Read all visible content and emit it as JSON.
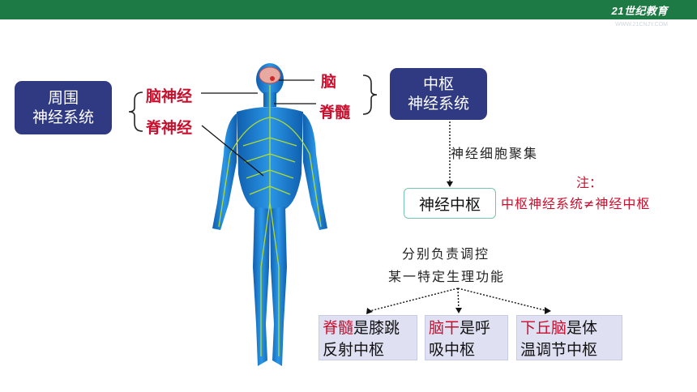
{
  "brand": {
    "logo_text": "21世纪教育",
    "logo_sub": "WWW.21CNJY.COM"
  },
  "peripheral": {
    "line1": "周围",
    "line2": "神经系统"
  },
  "peripheral_branches": {
    "brain_nerve": "脑神经",
    "spinal_nerve": "脊神经"
  },
  "central_parts": {
    "brain": "脑",
    "spinal_cord": "脊髓"
  },
  "central": {
    "line1": "中枢",
    "line2": "神经系统"
  },
  "arrow_label": "神经细胞聚集",
  "nerve_center": "神经中枢",
  "note": {
    "title": "注：",
    "text": "中枢神经系统≠神经中枢"
  },
  "function_text": {
    "line1": "分别负责调控",
    "line2": "某一特定生理功能"
  },
  "functions": [
    {
      "red": "脊髓",
      "rest1": "是膝跳",
      "line2": "反射中枢"
    },
    {
      "red": "脑干",
      "rest1": "是呼",
      "line2": "吸中枢"
    },
    {
      "red": "下丘脑",
      "rest1": "是体",
      "line2": "温调节中枢"
    }
  ],
  "colors": {
    "navy": "#2f3a82",
    "red": "#c8102e",
    "green_bar": "#1e7a44",
    "body_blue": "#1e7fd0",
    "nerve": "#b6e02a"
  }
}
